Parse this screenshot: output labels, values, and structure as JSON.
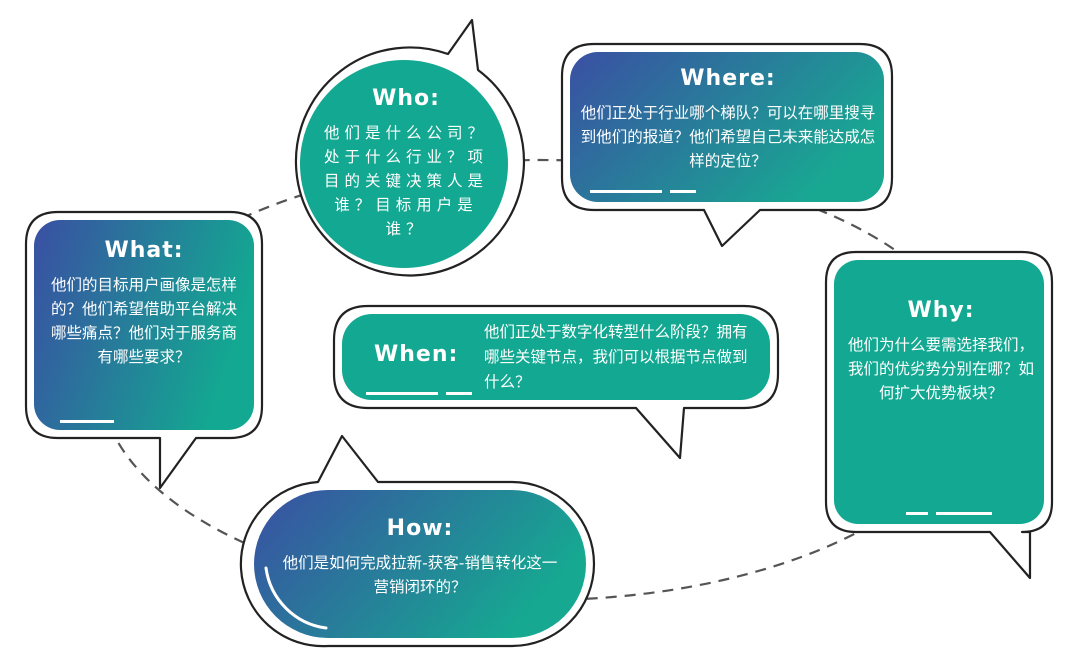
{
  "colors": {
    "blue": "#3a57a8",
    "teal": "#13a891",
    "outline": "#222222",
    "dash": "#555555"
  },
  "bubbles": {
    "who": {
      "title": "Who:",
      "body": "他们是什么公司？处于什么行业？项目的关键决策人是谁？目标用户是谁？"
    },
    "where": {
      "title": "Where:",
      "body": "他们正处于行业哪个梯队？可以在哪里搜寻到他们的报道？他们希望自己未来能达成怎样的定位？"
    },
    "what": {
      "title": "What:",
      "body": "他们的目标用户画像是怎样的？他们希望借助平台解决哪些痛点？他们对于服务商有哪些要求？"
    },
    "when": {
      "title": "When:",
      "body": "他们正处于数字化转型什么阶段？拥有哪些关键节点，我们可以根据节点做到什么？"
    },
    "why": {
      "title": "Why:",
      "body": "他们为什么要需选择我们，我们的优劣势分别在哪？如何扩大优势板块？"
    },
    "how": {
      "title": "How:",
      "body": "他们是如何完成拉新-获客-销售转化这一营销闭环的？"
    }
  }
}
